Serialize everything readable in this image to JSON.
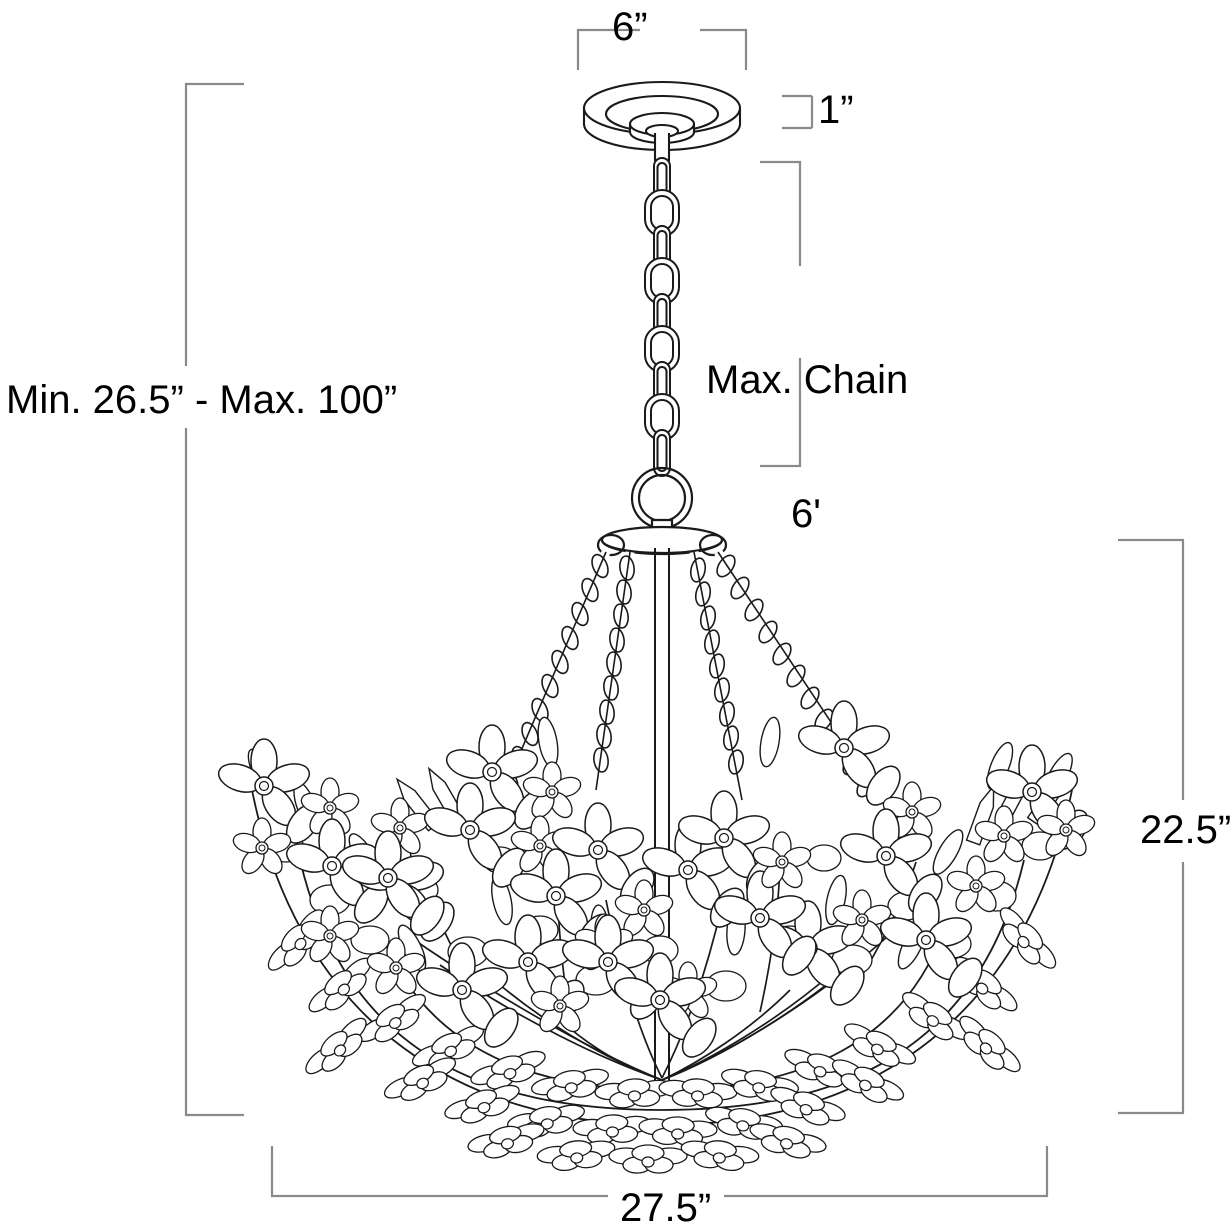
{
  "diagram": {
    "subject": "flower-bowl-chandelier-dimension-drawing",
    "background_color": "#ffffff",
    "line_color": "#1a1a1a",
    "dimension_line_color": "#7d7d7d"
  },
  "dimensions": {
    "canopy_width": "6”",
    "canopy_height": "1”",
    "chain_label_line1": "Max. Chain",
    "chain_label_line2": "6'",
    "overall_height_range": "Min. 26.5” - Max. 100”",
    "body_height": "22.5”",
    "fixture_width": "27.5”"
  },
  "parts": {
    "canopy": "ceiling-canopy-disc",
    "chain": "hanging-chain",
    "ring": "suspension-ring",
    "yoke": "cross-bar-yoke",
    "support_chains": "four-support-chains",
    "center_stem": "center-stem-rod",
    "bowl": "flower-petal-bowl"
  }
}
